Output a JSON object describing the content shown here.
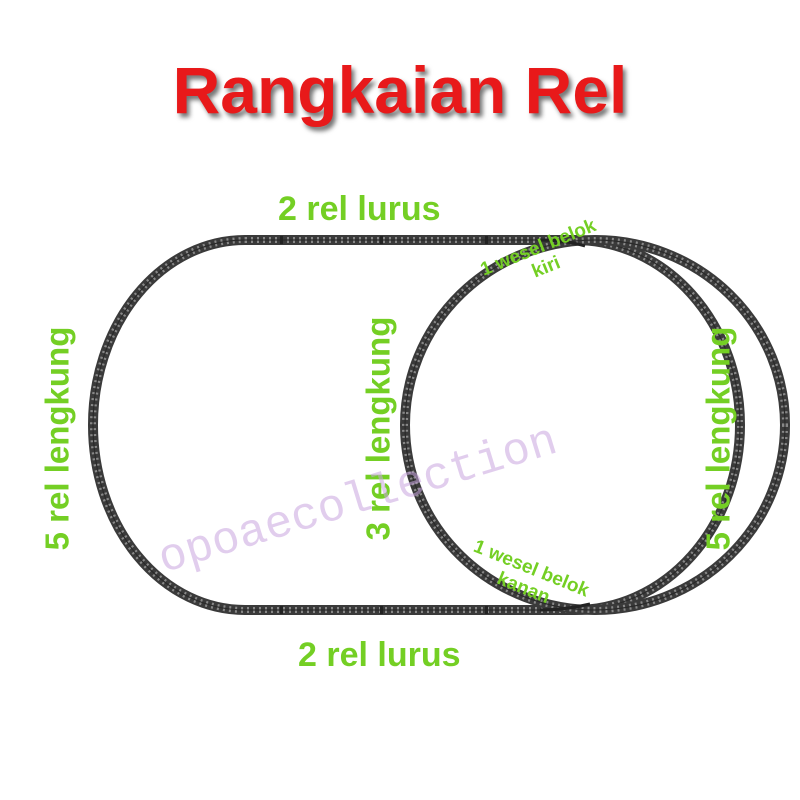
{
  "title": "Rangkaian Rel",
  "labels": {
    "top_straight": "2 rel lurus",
    "bottom_straight": "2 rel lurus",
    "left_curve": "5 rel lengkung",
    "middle_curve": "3 rel lengkung",
    "right_curve": "5 rel lengkung",
    "switch_left": "1 wesel belok\nkiri",
    "switch_right": "1 wesel belok\nkanan"
  },
  "watermark": "opoaecollection",
  "colors": {
    "title": "#e8191a",
    "label": "#74cf24",
    "track": "#3a3a3a",
    "sleeper": "#666666",
    "watermark": "#c9a6e0"
  }
}
